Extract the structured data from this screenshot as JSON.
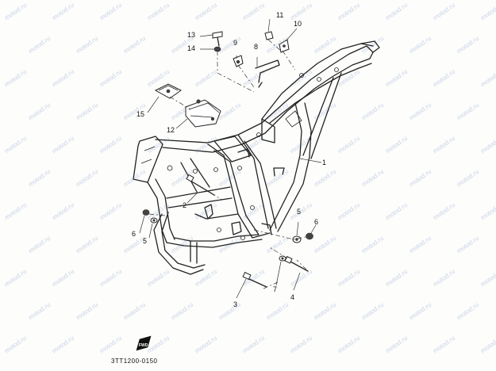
{
  "callouts": {
    "c1": "1",
    "c2": "2",
    "c3": "3",
    "c4": "4",
    "c5a": "5",
    "c5b": "5",
    "c6a": "6",
    "c6b": "6",
    "c7": "7",
    "c8": "8",
    "c9": "9",
    "c10": "10",
    "c11": "11",
    "c12": "12",
    "c13": "13",
    "c14": "14",
    "c15": "15"
  },
  "fwd_label": "FWD",
  "diagram_code": "3TT1200-0150",
  "watermark": "motod.ru",
  "colors": {
    "line": "#222222",
    "background": "#fdfdfb",
    "watermark": "#c8d4e6"
  }
}
